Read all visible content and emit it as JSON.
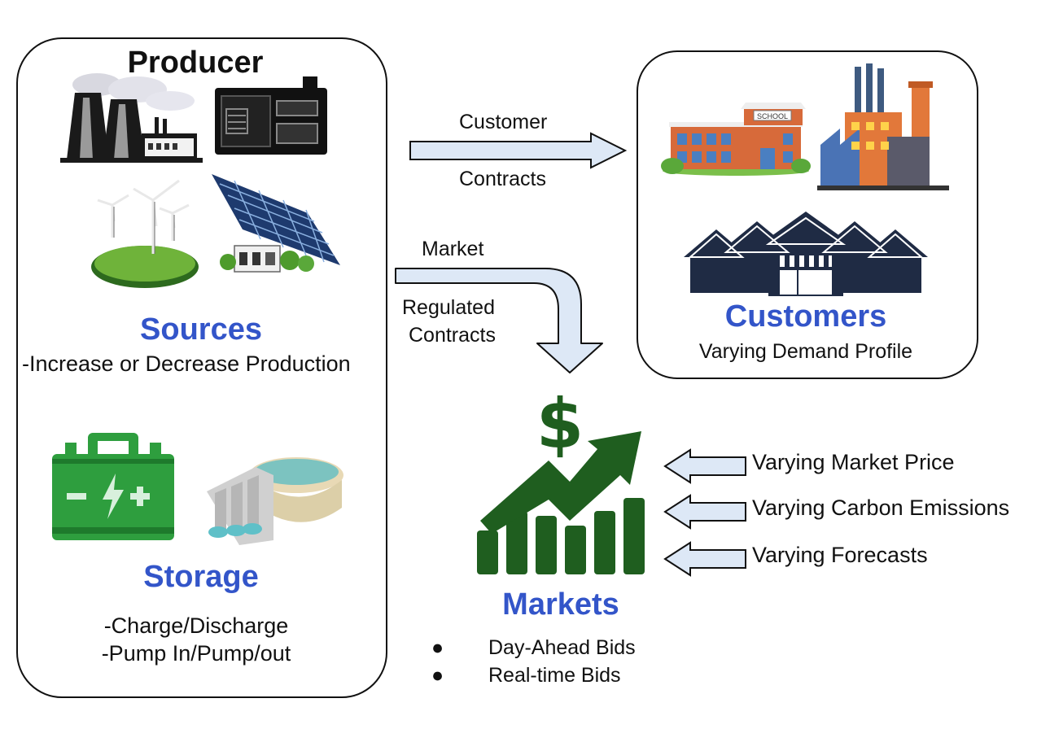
{
  "producer": {
    "title": "Producer",
    "sources_heading": "Sources",
    "sources_note": "-Increase or Decrease Production",
    "storage_heading": "Storage",
    "storage_notes": [
      "-Charge/Discharge",
      "-Pump In/Pump/out"
    ]
  },
  "customers": {
    "heading": "Customers",
    "note": "Varying Demand Profile",
    "school_sign": "SCHOOL"
  },
  "arrows": {
    "customer_contracts_top": "Customer",
    "customer_contracts_bottom": "Contracts",
    "market_label": "Market",
    "regulated_line1": "Regulated",
    "regulated_line2": "Contracts"
  },
  "inputs": [
    "Varying Market Price",
    "Varying Carbon Emissions",
    "Varying Forecasts"
  ],
  "markets": {
    "heading": "Markets",
    "bullets": [
      "Day-Ahead Bids",
      "Real-time Bids"
    ],
    "symbol": "$"
  },
  "colors": {
    "heading_blue": "#3355c9",
    "arrow_fill": "#dde8f6",
    "market_green": "#1f5e1f",
    "battery_green": "#2e9e3e"
  },
  "icons": [
    "power-plant-icon",
    "generator-icon",
    "wind-turbine-icon",
    "solar-panel-icon",
    "school-icon",
    "factory-icon",
    "houses-icon",
    "battery-icon",
    "dam-icon",
    "market-growth-icon"
  ]
}
